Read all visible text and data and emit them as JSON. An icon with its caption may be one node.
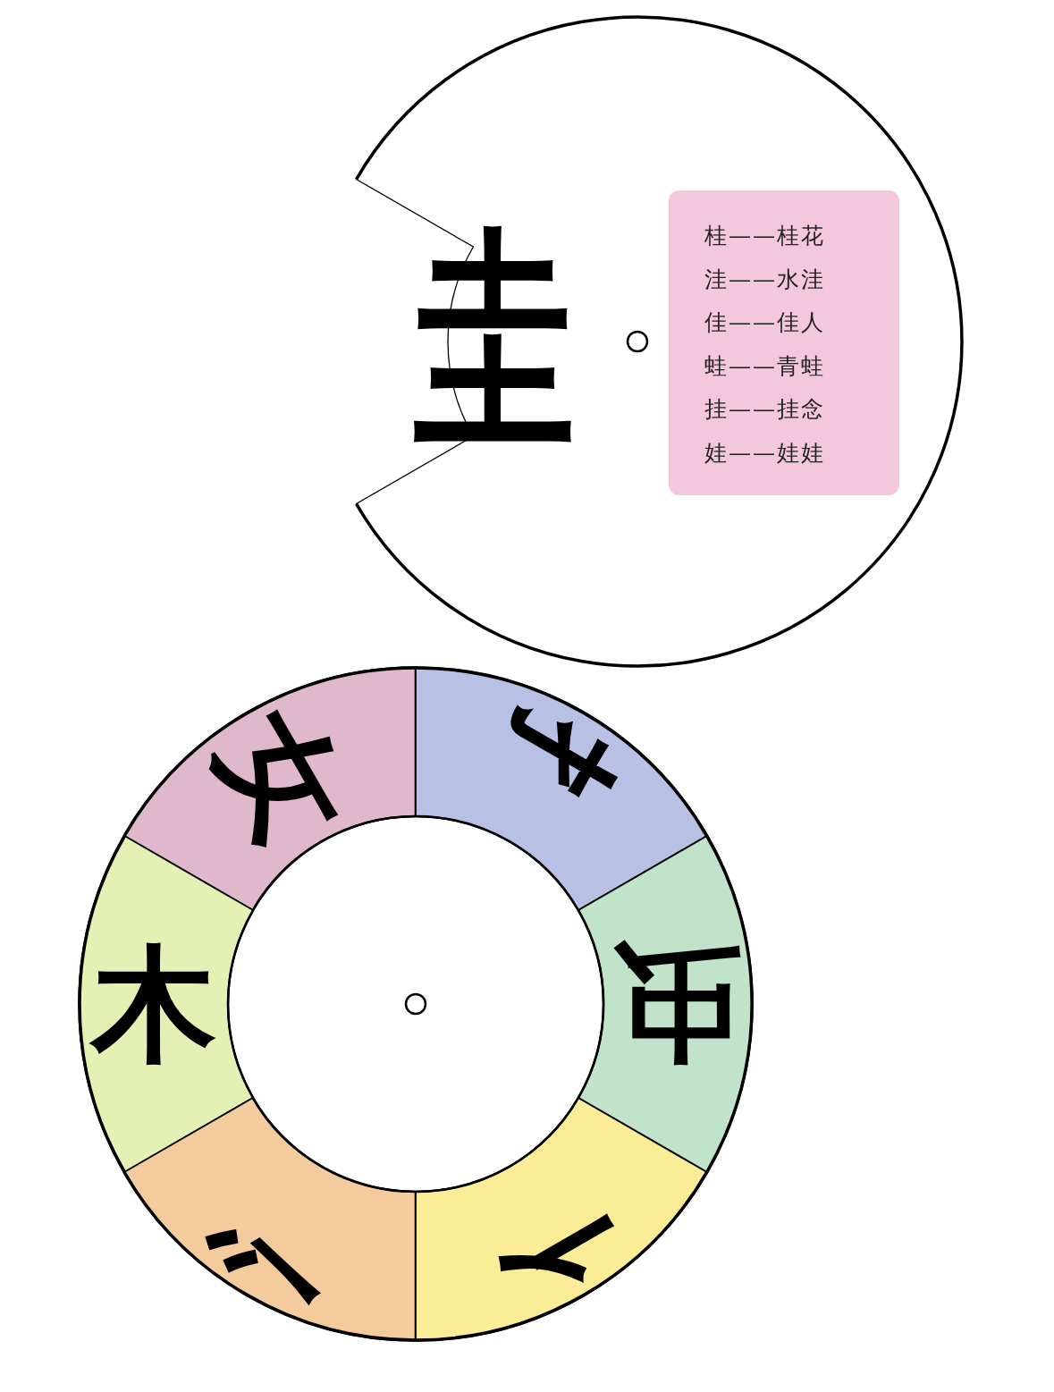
{
  "diagram": {
    "nodes": [
      {
        "text": [
          "圭"
        ]
      },
      {
        "text": [
          "桂——桂花",
          "洼——水洼",
          "佳——佳人",
          "蛙——青蛙",
          "挂——挂念",
          "娃——娃娃"
        ],
        "in": 0
      },
      {
        "text": [],
        "shape": "circle"
      },
      {
        "text": [
          "女"
        ],
        "in": 2
      },
      {
        "text": [
          "扌"
        ],
        "in": 2
      },
      {
        "text": [
          "木"
        ],
        "in": 2
      },
      {
        "text": [
          "虫"
        ],
        "in": 2
      },
      {
        "text": [
          "氵"
        ],
        "in": 2
      },
      {
        "text": [
          "亻"
        ],
        "in": 2
      }
    ]
  }
}
